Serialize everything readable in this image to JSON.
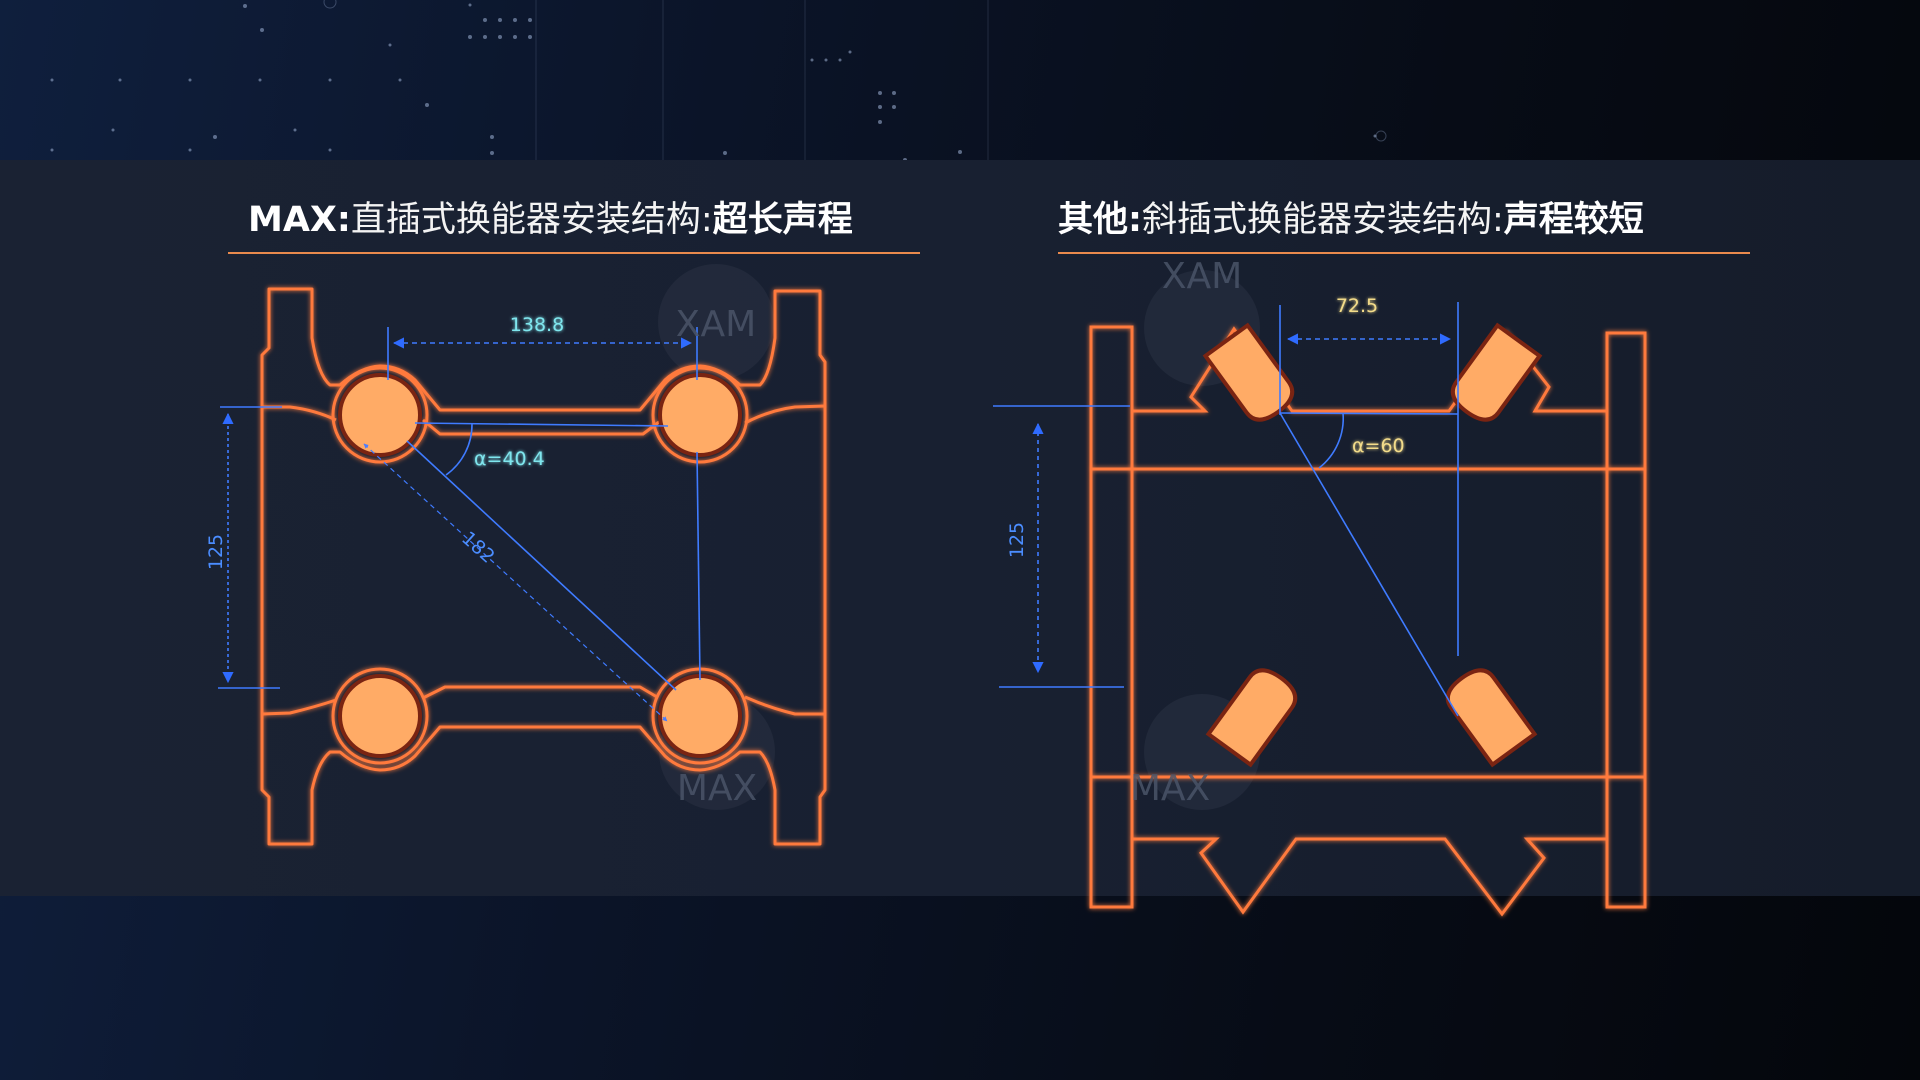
{
  "panels": [
    {
      "id": "max",
      "title_prefix": "MAX:",
      "title_middle": "直插式换能器安装结构:",
      "title_emphasis": "超长声程",
      "dimensions": {
        "horizontal_spacing": "138.8",
        "vertical_spacing": "125",
        "path_length": "182",
        "angle": "α=40.4"
      },
      "transducer_style": "direct-insertion-circular",
      "watermark": "MAX"
    },
    {
      "id": "other",
      "title_prefix": "其他:",
      "title_middle": "斜插式换能器安装结构:",
      "title_emphasis": "声程较短",
      "dimensions": {
        "horizontal_spacing": "72.5",
        "vertical_spacing": "125",
        "angle": "α=60"
      },
      "transducer_style": "angled-insertion",
      "watermark": "MAX"
    }
  ],
  "colors": {
    "outline": "#ff7a3d",
    "transducer_fill": "#ffab66",
    "dimension_line": "#3f7bff",
    "label_cyan": "#7fe6ee",
    "label_yellow": "#f3dc8a",
    "label_blue": "#4b8dff",
    "title_underline": "#e98a4d"
  }
}
